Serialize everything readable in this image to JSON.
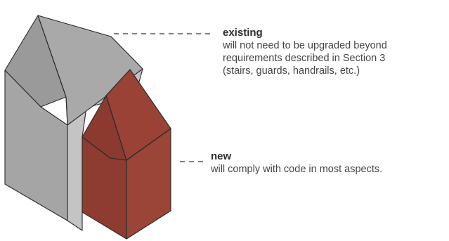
{
  "labels": {
    "existing": {
      "title": "existing",
      "lines": [
        "will not need to be upgraded beyond",
        "requirements described in Section 3",
        "(stairs, guards, handrails, etc.)"
      ]
    },
    "new": {
      "title": "new",
      "lines": [
        "will comply with code in most aspects."
      ]
    }
  },
  "colors": {
    "existing_roof_left": "#9a9a9a",
    "existing_roof_right": "#a9a9a9",
    "existing_wall_front": "#a5a5a5",
    "existing_wall_side": "#c4c4c4",
    "new_roof_left": "#8c3a30",
    "new_roof_right": "#9a4236",
    "new_wall_front": "#8e3b31",
    "new_wall_side": "#9b4438",
    "outline": "#2a2a2a",
    "leader": "#333333",
    "text": "#444444"
  }
}
